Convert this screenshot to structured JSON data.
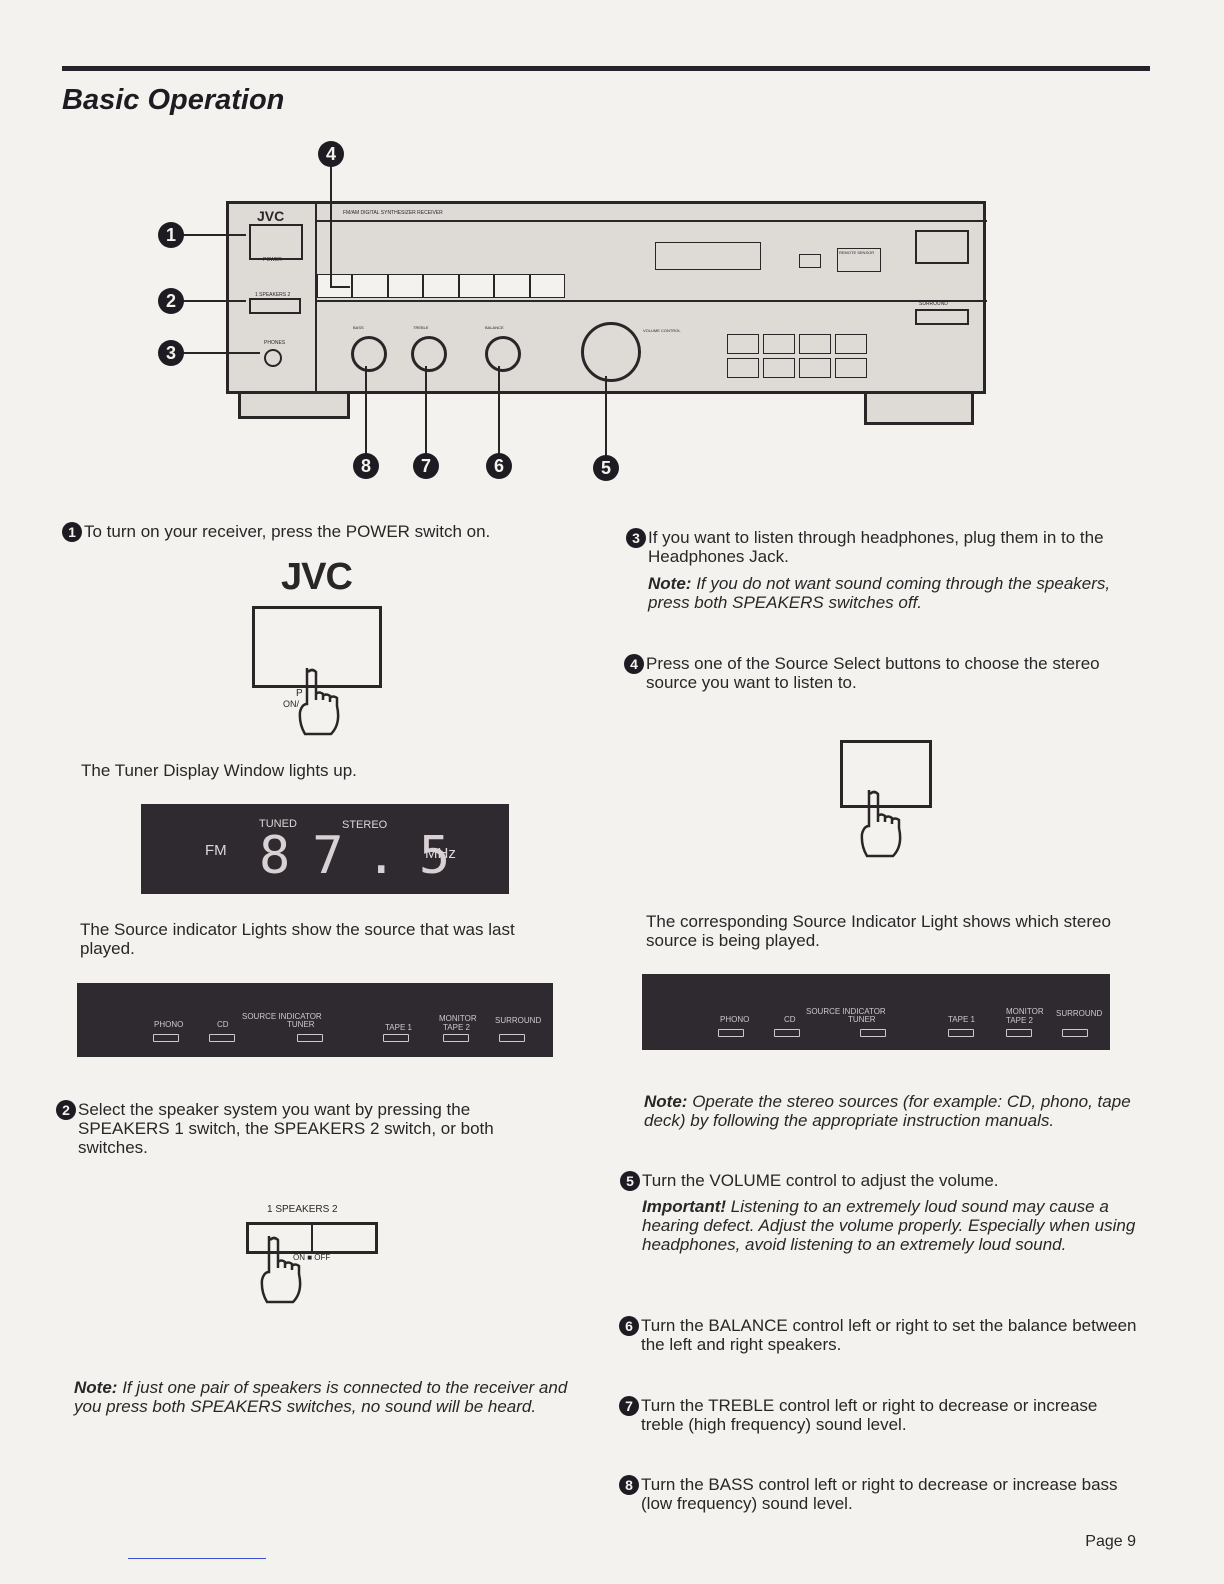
{
  "header": {
    "title": "Basic Operation"
  },
  "diagram": {
    "callouts": [
      "1",
      "2",
      "3",
      "4",
      "5",
      "6",
      "7",
      "8"
    ],
    "brand": "JVC",
    "model_text": "FM/AM DIGITAL SYNTHESIZER RECEIVER",
    "power_label": "POWER",
    "speakers_label": "1 SPEAKERS 2",
    "phones_label": "PHONES",
    "knobs": [
      "BASS",
      "TREBLE",
      "BALANCE",
      "VOLUME CONTROL"
    ],
    "surround_label": "SURROUND",
    "remote_label": "REMOTE SENSOR"
  },
  "steps": {
    "s1": {
      "num": "1",
      "text": "To turn on your receiver, press the POWER switch on."
    },
    "s1_brand": "JVC",
    "s1_power_letter": "P",
    "s1_on": "ON/",
    "s1_after": "The Tuner Display Window lights up.",
    "tuner_display": {
      "tuned": "TUNED",
      "stereo": "STEREO",
      "band": "FM",
      "freq": "87.5",
      "unit": "MHz"
    },
    "source_caption_left": "The Source indicator Lights show the source that was last played.",
    "s2": {
      "num": "2",
      "text": "Select the speaker system you want by pressing the SPEAKERS 1 switch, the SPEAKERS 2 switch, or both switches."
    },
    "s2_speakers_label": "1 SPEAKERS 2",
    "s2_onoff": "ON ■ OFF",
    "note_left": {
      "label": "Note:",
      "text": "If just one pair of speakers is connected to the receiver and you press both SPEAKERS switches, no sound will be heard."
    },
    "s3": {
      "num": "3",
      "text": "If you want to listen through headphones, plug them in to the Headphones Jack."
    },
    "note_s3": {
      "label": "Note:",
      "text": "If you do not want sound coming through the speakers, press both SPEAKERS switches off."
    },
    "s4": {
      "num": "4",
      "text": "Press one of the Source Select buttons to choose the stereo source you want to listen to."
    },
    "source_caption_right": "The corresponding Source Indicator Light shows which stereo source is being played.",
    "note_sources": {
      "label": "Note:",
      "text": "Operate the stereo sources (for example: CD, phono, tape deck) by following the appropriate instruction manuals."
    },
    "s5": {
      "num": "5",
      "text": "Turn the VOLUME control to adjust the volume."
    },
    "important": {
      "label": "Important!",
      "text": "Listening to an extremely loud sound may cause a hearing defect. Adjust the volume properly. Especially when using headphones, avoid listening to an extremely loud sound."
    },
    "s6": {
      "num": "6",
      "text": "Turn the BALANCE control left or right to set the balance between the left and right speakers."
    },
    "s7": {
      "num": "7",
      "text": "Turn the TREBLE control left or right to decrease or increase treble (high frequency) sound level."
    },
    "s8": {
      "num": "8",
      "text": "Turn the BASS control left or right to decrease or increase bass (low frequency) sound level."
    }
  },
  "source_panel": {
    "header": "SOURCE INDICATOR",
    "tuner": "TUNER",
    "monitor": "MONITOR",
    "items": [
      "PHONO",
      "CD",
      "TUNER",
      "TAPE 1",
      "TAPE 2",
      "SURROUND"
    ]
  },
  "footer": {
    "page": "Page 9"
  }
}
